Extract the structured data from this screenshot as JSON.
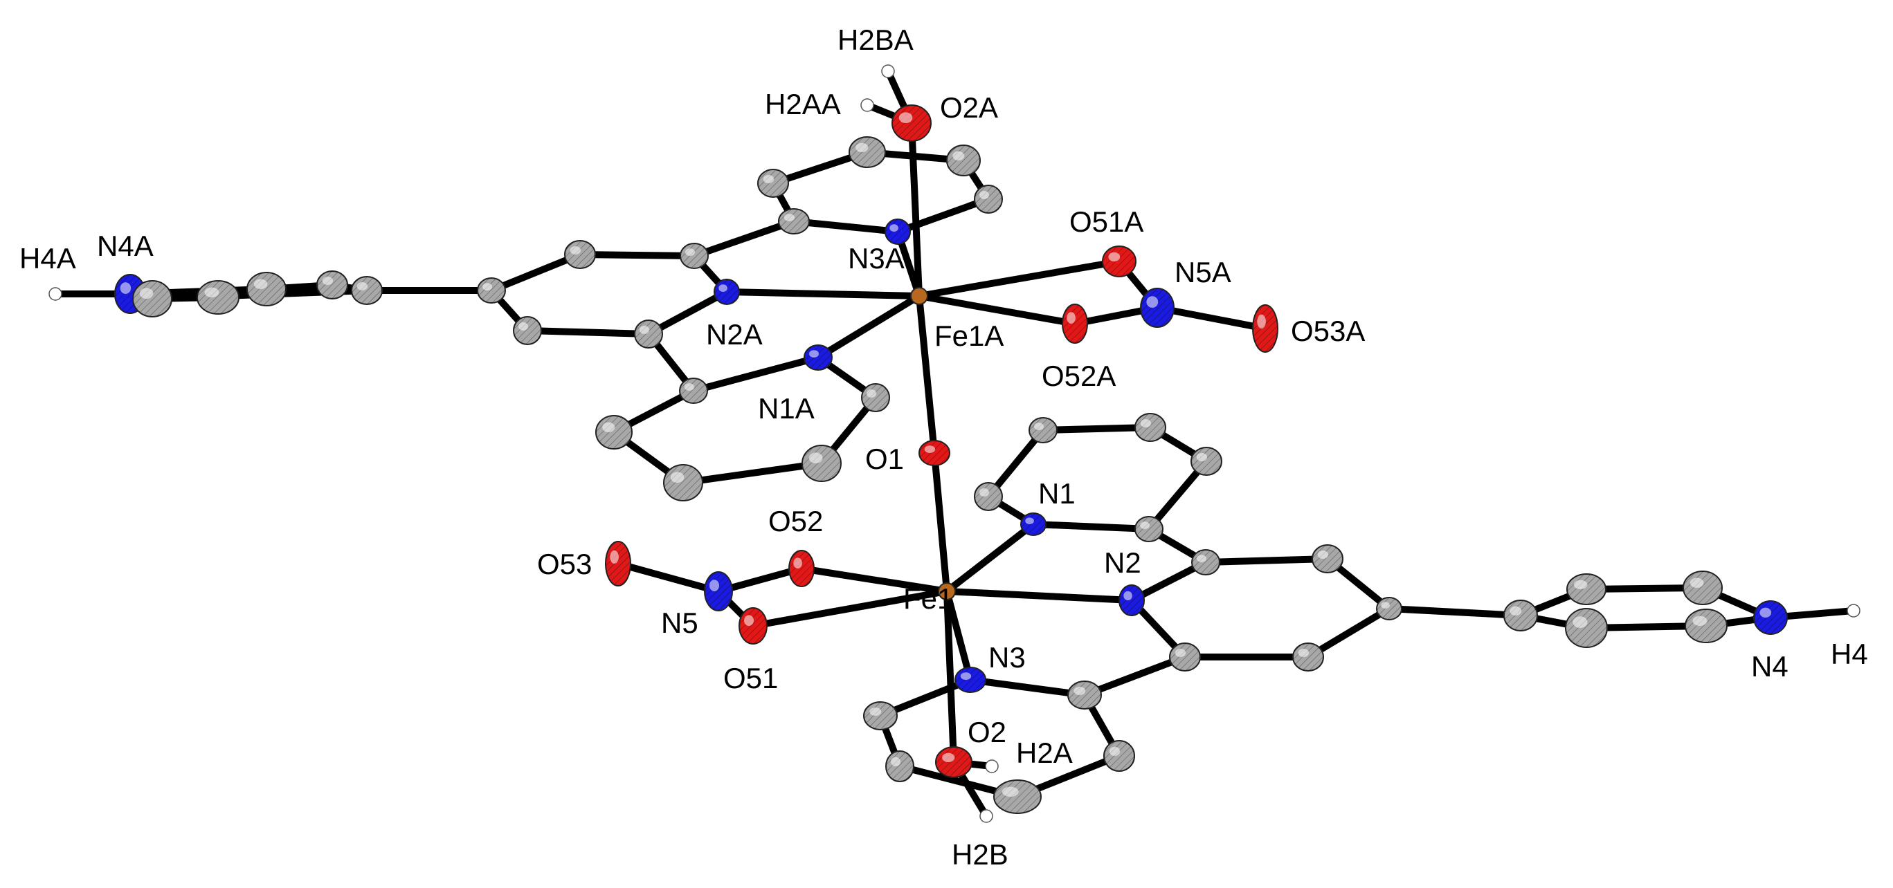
{
  "diagram": {
    "type": "ORTEP crystal structure",
    "colors": {
      "Fe": "#b8681e",
      "O": "#e01818",
      "N": "#1a1ae0",
      "C": "#a8a8a8",
      "H": "#ffffff"
    },
    "atoms": [
      {
        "id": "Fe1",
        "element": "Fe",
        "label": "Fe1"
      },
      {
        "id": "Fe1A",
        "element": "Fe",
        "label": "Fe1A"
      },
      {
        "id": "O1",
        "element": "O",
        "label": "O1"
      },
      {
        "id": "O2",
        "element": "O",
        "label": "O2"
      },
      {
        "id": "O2A",
        "element": "O",
        "label": "O2A"
      },
      {
        "id": "O51",
        "element": "O",
        "label": "O51"
      },
      {
        "id": "O52",
        "element": "O",
        "label": "O52"
      },
      {
        "id": "O53",
        "element": "O",
        "label": "O53"
      },
      {
        "id": "O51A",
        "element": "O",
        "label": "O51A"
      },
      {
        "id": "O52A",
        "element": "O",
        "label": "O52A"
      },
      {
        "id": "O53A",
        "element": "O",
        "label": "O53A"
      },
      {
        "id": "N1",
        "element": "N",
        "label": "N1"
      },
      {
        "id": "N2",
        "element": "N",
        "label": "N2"
      },
      {
        "id": "N3",
        "element": "N",
        "label": "N3"
      },
      {
        "id": "N4",
        "element": "N",
        "label": "N4"
      },
      {
        "id": "N5",
        "element": "N",
        "label": "N5"
      },
      {
        "id": "N1A",
        "element": "N",
        "label": "N1A"
      },
      {
        "id": "N2A",
        "element": "N",
        "label": "N2A"
      },
      {
        "id": "N3A",
        "element": "N",
        "label": "N3A"
      },
      {
        "id": "N4A",
        "element": "N",
        "label": "N4A"
      },
      {
        "id": "N5A",
        "element": "N",
        "label": "N5A"
      },
      {
        "id": "H2A",
        "element": "H",
        "label": "H2A"
      },
      {
        "id": "H2B",
        "element": "H",
        "label": "H2B"
      },
      {
        "id": "H2AA",
        "element": "H",
        "label": "H2AA"
      },
      {
        "id": "H2BA",
        "element": "H",
        "label": "H2BA"
      },
      {
        "id": "H4",
        "element": "H",
        "label": "H4"
      },
      {
        "id": "H4A",
        "element": "H",
        "label": "H4A"
      },
      {
        "id": "C1",
        "element": "C",
        "label": ""
      },
      {
        "id": "C2",
        "element": "C",
        "label": ""
      },
      {
        "id": "C3",
        "element": "C",
        "label": ""
      },
      {
        "id": "C4",
        "element": "C",
        "label": ""
      },
      {
        "id": "C5",
        "element": "C",
        "label": ""
      },
      {
        "id": "C6",
        "element": "C",
        "label": ""
      },
      {
        "id": "C7",
        "element": "C",
        "label": ""
      },
      {
        "id": "C8",
        "element": "C",
        "label": ""
      },
      {
        "id": "C9",
        "element": "C",
        "label": ""
      },
      {
        "id": "C10",
        "element": "C",
        "label": ""
      },
      {
        "id": "C11",
        "element": "C",
        "label": ""
      },
      {
        "id": "C12",
        "element": "C",
        "label": ""
      },
      {
        "id": "C13",
        "element": "C",
        "label": ""
      },
      {
        "id": "C14",
        "element": "C",
        "label": ""
      },
      {
        "id": "C15",
        "element": "C",
        "label": ""
      },
      {
        "id": "C16",
        "element": "C",
        "label": ""
      },
      {
        "id": "C17",
        "element": "C",
        "label": ""
      },
      {
        "id": "C18",
        "element": "C",
        "label": ""
      },
      {
        "id": "C19",
        "element": "C",
        "label": ""
      },
      {
        "id": "C20",
        "element": "C",
        "label": ""
      },
      {
        "id": "C1A",
        "element": "C",
        "label": ""
      },
      {
        "id": "C2A",
        "element": "C",
        "label": ""
      },
      {
        "id": "C3A",
        "element": "C",
        "label": ""
      },
      {
        "id": "C4A",
        "element": "C",
        "label": ""
      },
      {
        "id": "C5A",
        "element": "C",
        "label": ""
      },
      {
        "id": "C6A",
        "element": "C",
        "label": ""
      },
      {
        "id": "C7A",
        "element": "C",
        "label": ""
      },
      {
        "id": "C8A",
        "element": "C",
        "label": ""
      },
      {
        "id": "C9A",
        "element": "C",
        "label": ""
      },
      {
        "id": "C10A",
        "element": "C",
        "label": ""
      },
      {
        "id": "C11A",
        "element": "C",
        "label": ""
      },
      {
        "id": "C12A",
        "element": "C",
        "label": ""
      },
      {
        "id": "C13A",
        "element": "C",
        "label": ""
      },
      {
        "id": "C14A",
        "element": "C",
        "label": ""
      },
      {
        "id": "C15A",
        "element": "C",
        "label": ""
      },
      {
        "id": "C16A",
        "element": "C",
        "label": ""
      },
      {
        "id": "C17A",
        "element": "C",
        "label": ""
      },
      {
        "id": "C18A",
        "element": "C",
        "label": ""
      },
      {
        "id": "C19A",
        "element": "C",
        "label": ""
      },
      {
        "id": "C20A",
        "element": "C",
        "label": ""
      }
    ],
    "bonds": [
      [
        "Fe1",
        "O1"
      ],
      [
        "Fe1A",
        "O1"
      ],
      [
        "Fe1",
        "N1"
      ],
      [
        "Fe1",
        "N2"
      ],
      [
        "Fe1",
        "N3"
      ],
      [
        "Fe1",
        "O2"
      ],
      [
        "Fe1",
        "O52"
      ],
      [
        "Fe1",
        "O51"
      ],
      [
        "O52",
        "N5"
      ],
      [
        "O51",
        "N5"
      ],
      [
        "N5",
        "O53"
      ],
      [
        "N1",
        "C1"
      ],
      [
        "C1",
        "C2"
      ],
      [
        "C2",
        "C3"
      ],
      [
        "C3",
        "C4"
      ],
      [
        "C4",
        "C5"
      ],
      [
        "C5",
        "N1"
      ],
      [
        "C5",
        "C6"
      ],
      [
        "C6",
        "N2"
      ],
      [
        "N2",
        "C10"
      ],
      [
        "C6",
        "C7"
      ],
      [
        "C7",
        "C8"
      ],
      [
        "C8",
        "C9"
      ],
      [
        "C9",
        "C10"
      ],
      [
        "C10",
        "C11"
      ],
      [
        "C11",
        "N3"
      ],
      [
        "N3",
        "C15"
      ],
      [
        "C11",
        "C12"
      ],
      [
        "C12",
        "C13"
      ],
      [
        "C13",
        "C14"
      ],
      [
        "C14",
        "C15"
      ],
      [
        "C8",
        "C16"
      ],
      [
        "C16",
        "C17"
      ],
      [
        "C17",
        "C18"
      ],
      [
        "C18",
        "N4"
      ],
      [
        "N4",
        "C19"
      ],
      [
        "C19",
        "C20"
      ],
      [
        "C20",
        "C16"
      ],
      [
        "N4",
        "H4"
      ],
      [
        "O2",
        "H2A"
      ],
      [
        "O2",
        "H2B"
      ],
      [
        "Fe1A",
        "N1A"
      ],
      [
        "Fe1A",
        "N2A"
      ],
      [
        "Fe1A",
        "N3A"
      ],
      [
        "Fe1A",
        "O2A"
      ],
      [
        "Fe1A",
        "O51A"
      ],
      [
        "Fe1A",
        "O52A"
      ],
      [
        "O51A",
        "N5A"
      ],
      [
        "O52A",
        "N5A"
      ],
      [
        "N5A",
        "O53A"
      ],
      [
        "N1A",
        "C1A"
      ],
      [
        "C1A",
        "C2A"
      ],
      [
        "C2A",
        "C3A"
      ],
      [
        "C3A",
        "C4A"
      ],
      [
        "C4A",
        "C5A"
      ],
      [
        "C5A",
        "N1A"
      ],
      [
        "C5A",
        "C6A"
      ],
      [
        "C6A",
        "N2A"
      ],
      [
        "N2A",
        "C10A"
      ],
      [
        "C6A",
        "C7A"
      ],
      [
        "C7A",
        "C8A"
      ],
      [
        "C8A",
        "C9A"
      ],
      [
        "C9A",
        "C10A"
      ],
      [
        "C10A",
        "C11A"
      ],
      [
        "C11A",
        "N3A"
      ],
      [
        "N3A",
        "C15A"
      ],
      [
        "C11A",
        "C12A"
      ],
      [
        "C12A",
        "C13A"
      ],
      [
        "C13A",
        "C14A"
      ],
      [
        "C14A",
        "C15A"
      ],
      [
        "C8A",
        "C16A"
      ],
      [
        "C16A",
        "C17A"
      ],
      [
        "C17A",
        "C18A"
      ],
      [
        "C18A",
        "N4A"
      ],
      [
        "N4A",
        "C19A"
      ],
      [
        "C19A",
        "C20A"
      ],
      [
        "C20A",
        "C16A"
      ],
      [
        "N4A",
        "H4A"
      ],
      [
        "O2A",
        "H2AA"
      ],
      [
        "O2A",
        "H2BA"
      ]
    ]
  }
}
